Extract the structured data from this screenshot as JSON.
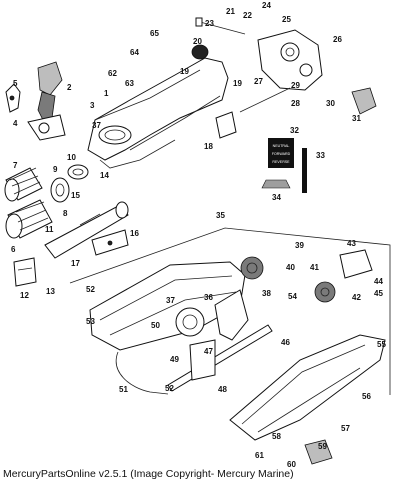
{
  "caption": "MercuryPartsOnline v2.5.1 (Image Copyright- Mercury Marine)",
  "decal_text": [
    "NEUTRAL",
    "FORWARD",
    "REVERSE"
  ],
  "callouts": [
    "1",
    "2",
    "3",
    "4",
    "5",
    "6",
    "7",
    "8",
    "9",
    "10",
    "11",
    "12",
    "13",
    "14",
    "15",
    "16",
    "17",
    "18",
    "19",
    "19",
    "20",
    "21",
    "22",
    "23",
    "24",
    "25",
    "26",
    "27",
    "28",
    "29",
    "30",
    "31",
    "32",
    "33",
    "34",
    "35",
    "36",
    "37",
    "37",
    "38",
    "39",
    "40",
    "41",
    "42",
    "43",
    "44",
    "45",
    "46",
    "47",
    "48",
    "49",
    "50",
    "51",
    "52",
    "52",
    "53",
    "54",
    "55",
    "56",
    "57",
    "58",
    "59",
    "60",
    "61",
    "62",
    "63",
    "64",
    "65"
  ]
}
